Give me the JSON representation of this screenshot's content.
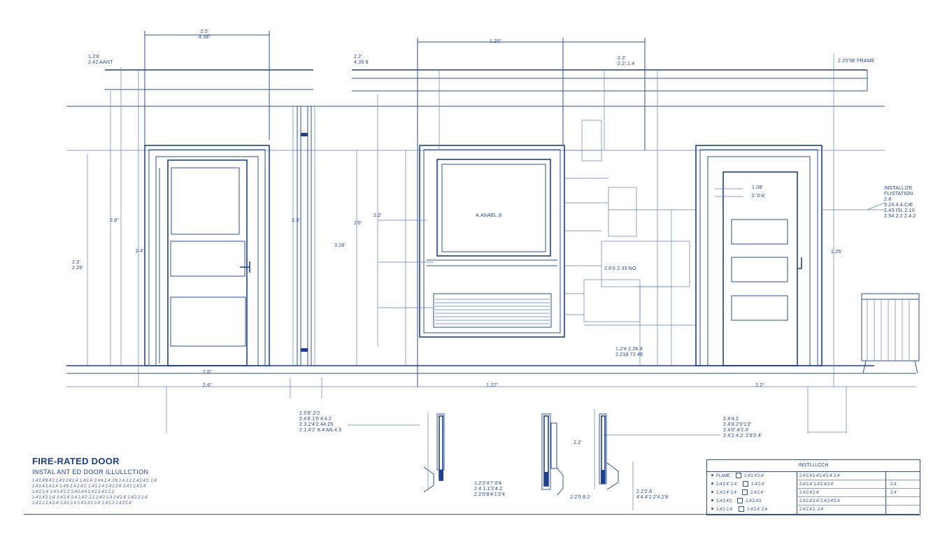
{
  "labels": {
    "top_left_dim": "2.5'\n4.38\"",
    "left_corner": "1.2'8\n2.42 AANT",
    "mid_top_left": "2.2'\n4.35 8",
    "center_top": "1.25\"",
    "center_right_top": "2.2'\n2.2'.1.4",
    "top_right": "2.25'3E FRAME",
    "left_vert_1": "2.8\"",
    "left_side": "2.3'\n2.26'",
    "left_vert_2": "2.4'",
    "jamb_dim": "2.3'",
    "mid_vert": "3.26'",
    "center_vert_left": "1'0'",
    "center_vert_right": "2.2'",
    "window_label": "A.ANAEL.8",
    "center_note_1": "2.6'0 2.33 NO",
    "center_note_2": "1.2'4 2.26 4\n2.218 72 48",
    "right_note_1": "1.08'",
    "right_note_2": "2.'0'A'",
    "right_vert": "1.26'",
    "right_side_note": "INSTALLIZE\nFLISTATION\n2.8\n3.24.4.4.CIE\n2.43 ISL 2.10\n2.54 2.2 2.4.2",
    "bottom_left_dim": "2.6\"",
    "bottom_left_dim2": "2.6\"",
    "bottom_center_dim": "1.22\"",
    "bottom_right_dim": "2.2'",
    "leader_left": "2.5'8'.2'2\n2.4'8.1'0 4'4.2\n2.3.2'4'2.44.25\n2.1.4'2' 8.4'AN.4.5",
    "detail_mid": "1.2'2'4'7.0'4\n2.4 1.1'2'4.2\n2.2'0'8'4'1'2'4",
    "detail_center": "2.2'",
    "detail_center_2": "2.2'0 8.2",
    "detail_right": "2.2'2.8\n4'4.4'2.2'4.2'8",
    "right_bottom_note": "2.4'4.2\n2.4'8.2'0'1'2'\n2.4'0'.4'2.4'\n2.4'2.4.2'.2'8'2.4'"
  },
  "title_block": {
    "title": "FIRE-RATED DOOR",
    "subtitle": "INSTAL ANT ED DOOR ILLULLCTION",
    "notes": [
      "1.4'2.4'8.4'2 2.4'2.2'4'2.4' 1.4'2.4' 2.4'4.2.4'.2'8 2.4 2.2 2.4'2.4'2. 2.4'",
      "2.4'2.4'2.4'2.4' 2.4'8 2.4 2.4'2. 2.4'2 2.4 2.4'2.2'4' 2.4'2 2.4'2.4'",
      "2.4'2 2.4' 2.4'2.4'2.2' 2.4'2.4'4.2.4'2.2.4'2 2.2",
      "2.4'2.4'2 2.4' 2.4'2.4' 2.4 2.4'2'.2.2 2.4'2 2.4 2.4'2.4' 2.4'2.2 2.4'",
      "2.4'2.2 2.4'2.4' 2.4'2 2.4 2.4'2.4'2 2.4' 2.4'2.2 2.4'2'2.4'"
    ]
  },
  "legend": {
    "title": "INSTLLLCCH",
    "left_items": [
      "FLAME",
      "2.4'2.4' 2.4'",
      "2.4'2.4' 2.4",
      "2.4'2.4'2",
      "2.4'2 2.4'"
    ],
    "mid_items": [
      "2.4'2.4'2.4'",
      "2.4'2.4'",
      "2.4'2.4'",
      "2.4'2.4'2",
      "2.4'2.4' 2.4"
    ],
    "right_items": [
      "2.4'2.4'2.4'2.4'2.4' 2.4'",
      "2.4'2.4' 2.4'2.4'2.4'",
      "2.4'2.4'2.4'",
      "2.4'2.4'2.4' 2.4'2.4'2.4'",
      "2.4'2.4'2. 2.4'"
    ],
    "far_right": [
      "2.4'",
      "2.4'",
      ""
    ]
  }
}
